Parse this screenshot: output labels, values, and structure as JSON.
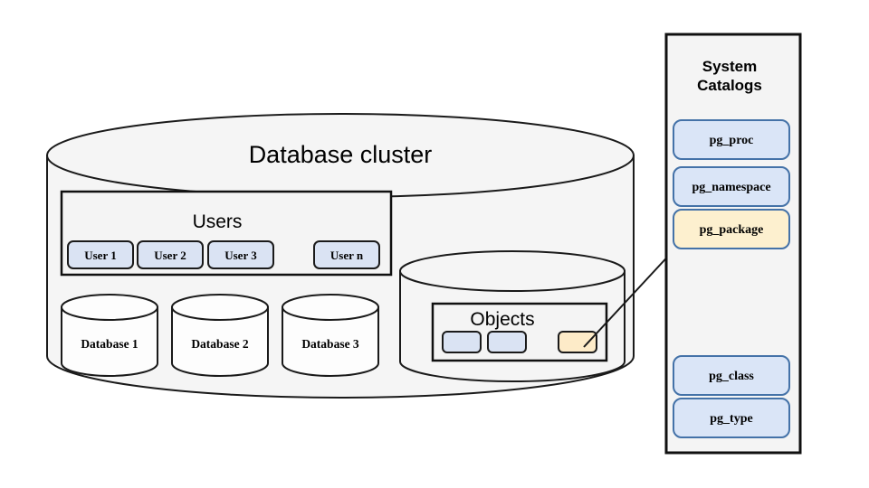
{
  "diagram": {
    "title": "Database  cluster",
    "background_color": "#ffffff",
    "cluster": {
      "label": "Database  cluster",
      "fill_color": "#f5f5f5",
      "stroke_color": "#1a1a1a",
      "users_section": {
        "label": "Users",
        "items": [
          {
            "label": "User 1",
            "fill": "#dae3f3"
          },
          {
            "label": "User 2",
            "fill": "#dae3f3"
          },
          {
            "label": "User 3",
            "fill": "#dae3f3"
          },
          {
            "label": "User n",
            "fill": "#dae3f3"
          }
        ]
      },
      "databases": [
        {
          "label": "Database 1"
        },
        {
          "label": "Database 2"
        },
        {
          "label": "Database 3"
        }
      ],
      "objects_cylinder": {
        "section_label": "Objects",
        "items": [
          {
            "label": "",
            "fill": "#dae3f3",
            "highlighted": false
          },
          {
            "label": "",
            "fill": "#dae3f3",
            "highlighted": false
          },
          {
            "label": "",
            "fill": "#fdebc8",
            "highlighted": true
          }
        ]
      }
    },
    "system_catalogs_panel": {
      "title_line1": "System",
      "title_line2": "Catalogs",
      "fill_color": "#f4f4f4",
      "stroke_color": "#101010",
      "entries": [
        {
          "label": "pg_proc",
          "fill": "#dae5f7",
          "highlighted": false
        },
        {
          "label": "pg_namespace",
          "fill": "#dae5f7",
          "highlighted": false
        },
        {
          "label": "pg_package",
          "fill": "#fdf0cf",
          "highlighted": true
        },
        {
          "label": "pg_class",
          "fill": "#dae5f7",
          "highlighted": false
        },
        {
          "label": "pg_type",
          "fill": "#dae5f7",
          "highlighted": false
        }
      ]
    },
    "connector": {
      "from": "objects-item-highlighted",
      "to": "catalog-entry-pg-package",
      "style": "solid-arrow",
      "color": "#1a1a1a"
    }
  }
}
